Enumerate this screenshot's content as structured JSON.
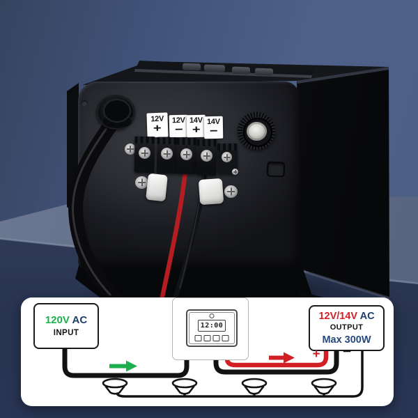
{
  "colors": {
    "accent_green": "#1DAF4D",
    "accent_red": "#D21F26",
    "accent_navy": "#1D3E6B",
    "wire_black": "#141414",
    "panel_bg": "#FFFFFF"
  },
  "photo": {
    "subject": "black RV power converter, rear terminal view",
    "terminals": [
      {
        "volt": "12V",
        "polarity": "+"
      },
      {
        "volt": "12V",
        "polarity": "−"
      },
      {
        "volt": "14V",
        "polarity": "+"
      },
      {
        "volt": "14V",
        "polarity": "−"
      }
    ]
  },
  "diagram": {
    "input_box": {
      "value": "120V",
      "unit": "AC",
      "label": "INPUT"
    },
    "timer": {
      "display": "12:00"
    },
    "output_box": {
      "value": "12V/14V",
      "unit": "AC",
      "label": "OUTPUT",
      "max": "Max 300W"
    },
    "plus": "+",
    "minus": "−",
    "icons": {
      "flow_in": "green-right-arrow-icon",
      "flow_out": "red-right-arrow-icon",
      "load": "downlight-icon",
      "controller": "wall-timer-icon"
    }
  }
}
